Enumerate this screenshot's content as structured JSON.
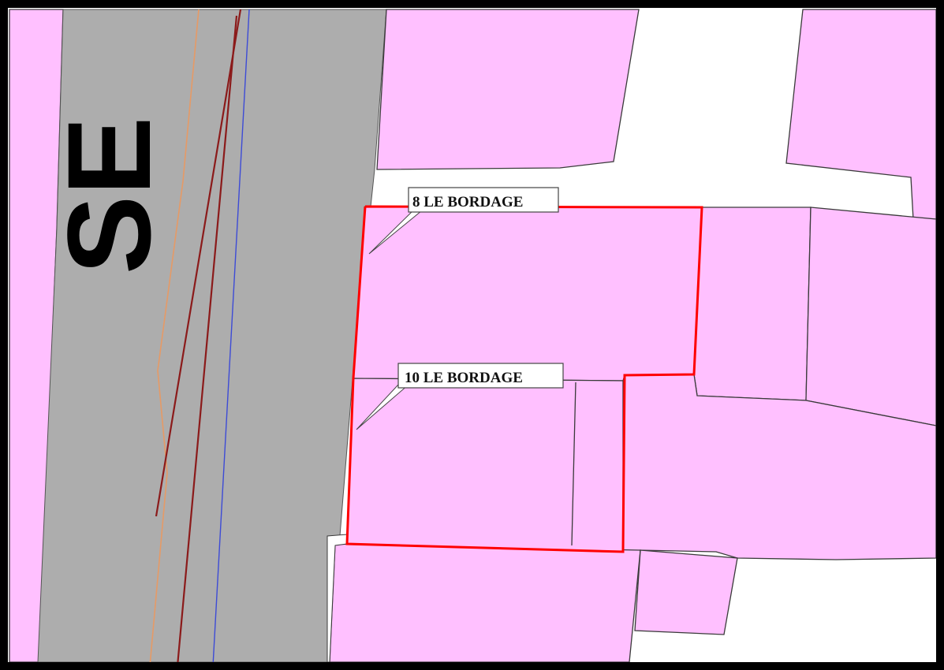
{
  "map": {
    "colors": {
      "background": "#ffffff",
      "parcel_fill": "#ffc0ff",
      "road_fill": "#adadad",
      "parcel_outline": "#3a3a3a",
      "selection_outline": "#ff0000",
      "frame": "#000000",
      "line_orange": "#e69a66",
      "line_darkred": "#8b1a1a",
      "line_blue": "#3d4bd6",
      "road_name_text": "#000000"
    },
    "labels": [
      {
        "text": "8 LE BORDAGE"
      },
      {
        "text": "10 LE BORDAGE"
      }
    ],
    "road_name_fragment": "SE",
    "selected_parcel": "8-10 LE BORDAGE"
  }
}
